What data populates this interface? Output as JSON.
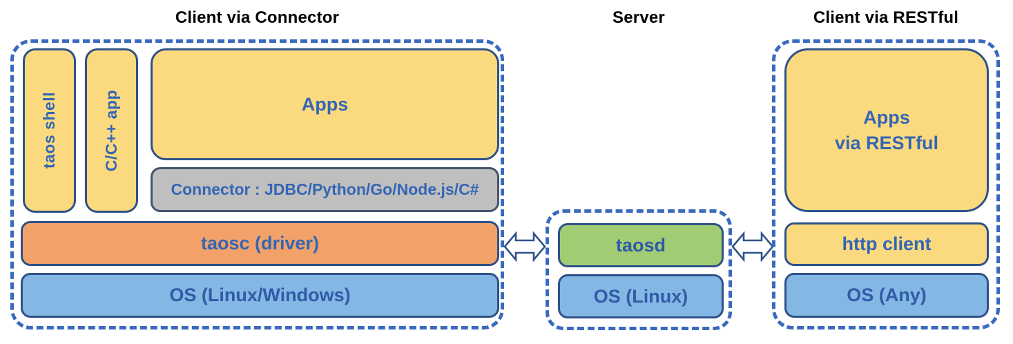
{
  "diagram": {
    "titles": {
      "left": "Client via Connector",
      "middle": "Server",
      "right": "Client via RESTful"
    },
    "sections": {
      "client_connector": {
        "boxes": {
          "taos_shell": "taos shell",
          "cpp_app": "C/C++ app",
          "apps": "Apps",
          "connector": "Connector : JDBC/Python/Go/Node.js/C#",
          "taosc": "taosc (driver)",
          "os": "OS (Linux/Windows)"
        }
      },
      "server": {
        "boxes": {
          "taosd": "taosd",
          "os": "OS (Linux)"
        }
      },
      "client_restful": {
        "boxes": {
          "apps_line1": "Apps",
          "apps_line2": "via RESTful",
          "http_client": "http client",
          "os": "OS (Any)"
        }
      }
    },
    "arrows": {
      "left": "double-horizontal-arrow",
      "right": "double-horizontal-arrow"
    },
    "colors": {
      "dashed_border": "#3A6ABF",
      "box_border": "#2E5288",
      "yellow_fill": "#FBDA7F",
      "gray_fill": "#BFBFBF",
      "orange_fill": "#F2A269",
      "green_fill": "#A2CC73",
      "blue_fill": "#85B7E4",
      "label_text": "#3566B4",
      "title_text": "#000000"
    }
  }
}
